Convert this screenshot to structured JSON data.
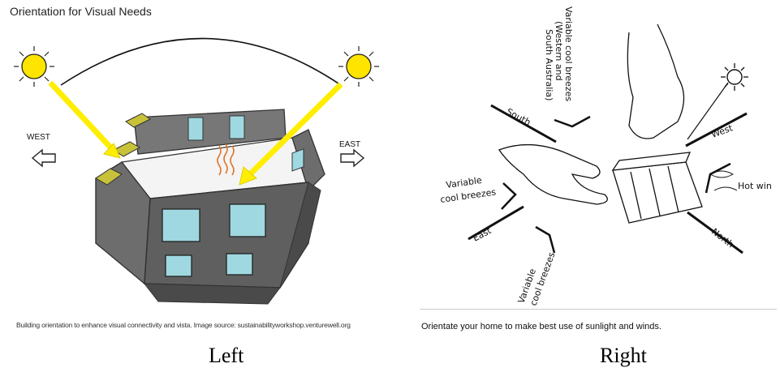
{
  "left": {
    "title": "Orientation for Visual Needs",
    "west_label": "WEST",
    "east_label": "EAST",
    "caption": "Building orientation to enhance visual connectivity and vista. Image source: sustainabilityworkshop.venturewell.org",
    "footer": "Left"
  },
  "right": {
    "south_label": "South",
    "west_label": "West",
    "east_label": "East",
    "north_label": "North",
    "hot_wind_label": "Hot win",
    "variable_left_line1": "Variable",
    "variable_left_line2": "cool breezes",
    "variable_bottom_line1": "Variable",
    "variable_bottom_line2": "cool breezes",
    "variable_top_line1": "Variable cool breezes",
    "variable_top_line2": "(Western and",
    "variable_top_line3": "South Australia)",
    "caption": "Orientate your home to make best use of sunlight and winds.",
    "footer": "Right"
  },
  "colors": {
    "sun": "#ffe400",
    "beam": "#ffee00",
    "wall": "#6d6d6d",
    "wall_dark": "#4a4a4a",
    "window": "#9fd8e0",
    "moss": "#c8c23a"
  }
}
